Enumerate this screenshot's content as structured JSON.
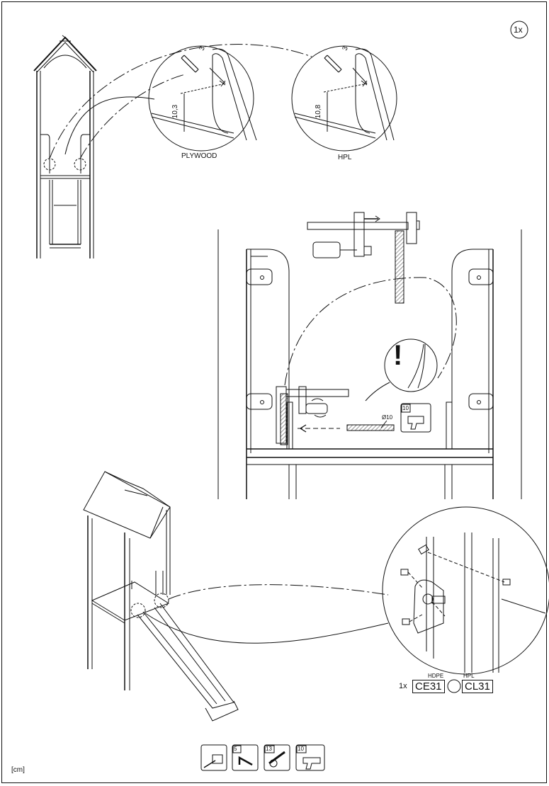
{
  "header": {
    "quantity_badge": "1x"
  },
  "detail_top": {
    "left_callout": {
      "label": "PLYWOOD",
      "dim_top": "3",
      "dim_side": "10,3"
    },
    "right_callout": {
      "label": "HPL",
      "dim_top": "3",
      "dim_side": "10,8"
    }
  },
  "drill_step": {
    "warning_symbol": "!",
    "drill_size": "Ø10",
    "tool_number": "10"
  },
  "assembly": {
    "quantity": "1x",
    "part_hdpe_header": "HDPE",
    "part_hdpe": "CE31",
    "part_hpl_header": "HPL",
    "part_hpl": "CL31"
  },
  "footer": {
    "tools": [
      {
        "icon": "tape-measure-icon",
        "number": ""
      },
      {
        "icon": "allen-key-icon",
        "number": "5"
      },
      {
        "icon": "wrench-icon",
        "number": "13"
      },
      {
        "icon": "drill-icon",
        "number": "10"
      }
    ],
    "unit": "[cm]"
  }
}
